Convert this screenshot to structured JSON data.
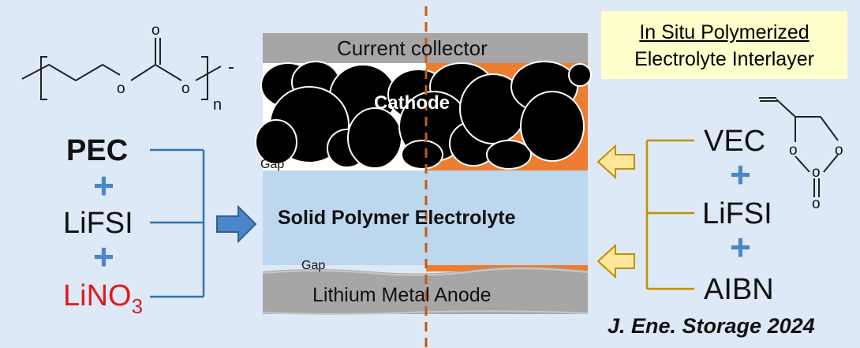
{
  "left_panel": {
    "structure_subscript": "n",
    "items": [
      "PEC",
      "LiFSI",
      "LiNO",
      "3"
    ]
  },
  "cell": {
    "current_collector": "Current collector",
    "cathode": "Cathode",
    "gap_top": "Gap",
    "electrolyte": "Solid Polymer Electrolyte",
    "gap_bottom": "Gap",
    "anode": "Lithium Metal Anode"
  },
  "right_panel": {
    "title_line1": "In Situ Polymerized",
    "title_line2": "Electrolyte Interlayer",
    "items": [
      "VEC",
      "LiFSI",
      "AIBN"
    ]
  },
  "citation": "J. Ene. Storage 2024",
  "colors": {
    "background": "#dde9f6",
    "electrolyte": "#bdd7ee",
    "collector": "#a6a6a6",
    "interlayer": "#ed7d31",
    "left_bracket": "#2e75b6",
    "right_bracket": "#bf9000",
    "plus": "#4a86c9",
    "lino3": "#e31a1c"
  }
}
